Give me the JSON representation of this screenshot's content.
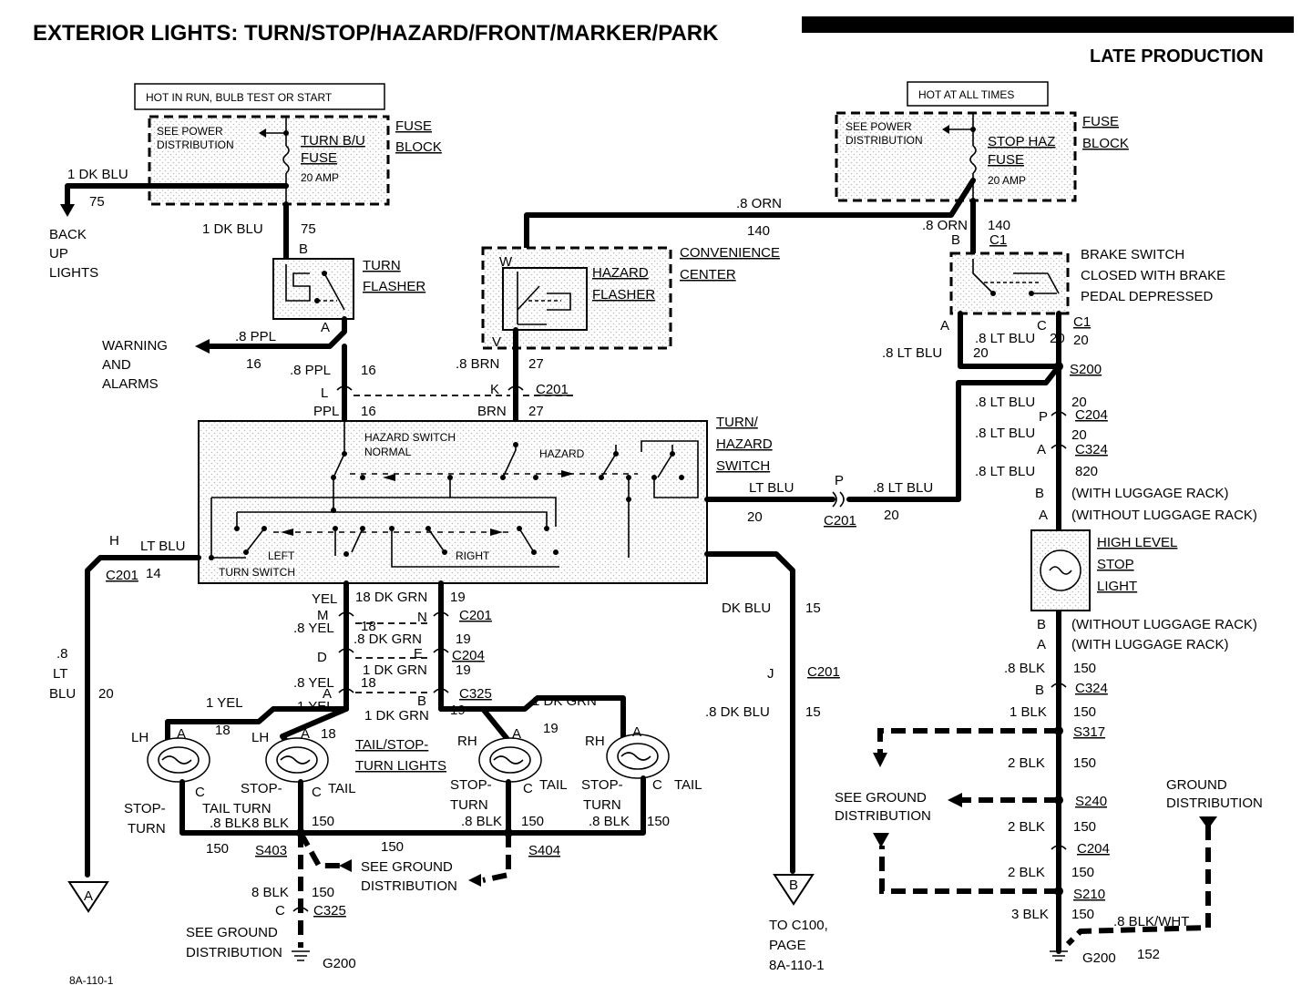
{
  "title": "EXTERIOR LIGHTS: TURN/STOP/HAZARD/FRONT/MARKER/PARK",
  "subtitle": "LATE PRODUCTION",
  "left_supply": {
    "hot_label": "HOT IN RUN, BULB TEST OR START",
    "see_power": [
      "SEE POWER",
      "DISTRIBUTION"
    ],
    "fuse": [
      "TURN B/U",
      "FUSE",
      "20 AMP"
    ],
    "block": [
      "FUSE",
      "BLOCK"
    ],
    "backup_wire": "1 DK BLU",
    "backup_circuit": "75",
    "backup_dest": [
      "BACK",
      "UP",
      "LIGHTS"
    ],
    "down_wire": "1 DK BLU",
    "down_circuit": "75"
  },
  "turn_flasher": {
    "pin_top": "B",
    "pin_bottom": "A",
    "name": [
      "TURN",
      "FLASHER"
    ]
  },
  "warning": {
    "dest": [
      "WARNING",
      "AND",
      "ALARMS"
    ],
    "wire": ".8 PPL",
    "circuit": "16",
    "down_wire": ".8 PPL",
    "down_circuit": "16",
    "pin": "L",
    "color": "PPL",
    "color_circuit": "16"
  },
  "right_supply": {
    "hot_label": "HOT AT ALL TIMES",
    "see_power": [
      "SEE POWER",
      "DISTRIBUTION"
    ],
    "fuse": [
      "STOP HAZ",
      "FUSE",
      "20 AMP"
    ],
    "block": [
      "FUSE",
      "BLOCK"
    ],
    "orn_wire": ".8 ORN",
    "orn_circuit": "140",
    "orn2_wire": ".8 ORN",
    "orn2_circuit": "140",
    "pin_b": "B",
    "conn": "C1"
  },
  "hazard_flasher": {
    "pin_w": "W",
    "pin_v": "V",
    "name": [
      "HAZARD",
      "FLASHER"
    ],
    "center": [
      "CONVENIENCE",
      "CENTER"
    ],
    "wire": ".8 BRN",
    "circuit": "27",
    "pin_k": "K",
    "conn": "C201",
    "color": "BRN",
    "color_circuit": "27"
  },
  "brake_switch": {
    "desc": [
      "BRAKE SWITCH",
      "CLOSED WITH BRAKE",
      "PEDAL DEPRESSED"
    ],
    "pin_a": "A",
    "pin_c": "C",
    "conn": "C1",
    "conn_circuit": "20",
    "wire_a": ".8 LT BLU",
    "circuit_a": "20",
    "wire_c": ".8 LT BLU",
    "circuit_c": "20",
    "splice": "S200"
  },
  "turn_switch": {
    "name": [
      "TURN/",
      "HAZARD",
      "SWITCH"
    ],
    "hazard_normal": [
      "HAZARD SWITCH",
      "NORMAL"
    ],
    "hazard": "HAZARD",
    "left": "LEFT",
    "turn_switch": "TURN SWITCH",
    "right": "RIGHT",
    "out_wire": "LT BLU",
    "out_circuit": "20",
    "pin_p": "P",
    "out_conn": "C201",
    "out2_wire": ".8 LT BLU",
    "out2_circuit": "20"
  },
  "left_out": {
    "pin": "H",
    "wire": "LT BLU",
    "conn": "C201",
    "circuit": "14",
    "down": [
      ".8",
      "LT",
      "BLU"
    ],
    "down_circuit": "20",
    "off_page": "A"
  },
  "dk_blu": {
    "wire": "DK BLU",
    "circuit": "15",
    "pin": "J",
    "conn": "C201",
    "wire2": ".8 DK BLU",
    "circuit2": "15",
    "off_page": "B",
    "dest": [
      "TO C100,",
      "PAGE",
      "8A-110-1"
    ]
  },
  "harness_left": {
    "yel": "YEL",
    "dkgrn": "18 DK GRN",
    "c19": "19",
    "pin_m": "M",
    "pin_n": "N",
    "c201": "C201",
    "yel2": ".8 YEL",
    "c18": "18",
    "dkgrn2": ".8 DK GRN",
    "c19b": "19",
    "pin_d": "D",
    "pin_e": "E",
    "c204": "C204",
    "yel3": ".8 YEL",
    "c18b": "18",
    "dkgrn3": "1 DK GRN",
    "c19c": "19",
    "pin_a": "A",
    "pin_b": "B",
    "c325": "C325",
    "yel4": "1 YEL",
    "yel5": "1 YEL",
    "c18c": "18",
    "dkgrn4": "1 DK GRN",
    "c19d": "19",
    "dkgrn5": "1 DK GRN",
    "c19e": "19"
  },
  "lamps": {
    "title": [
      "TAIL/STOP-",
      "TURN LIGHTS"
    ],
    "l1": {
      "side": "LH",
      "pin_a": "A",
      "pin_c": "C",
      "func": [
        "STOP-",
        "TURN"
      ]
    },
    "l2": {
      "side": "LH",
      "pin_a": "A",
      "circ": "18",
      "pin_c": "C",
      "stop": [
        "STOP-",
        "TAIL TURN"
      ],
      "tail": "TAIL"
    },
    "l3": {
      "side": "RH",
      "pin_a": "A",
      "pin_c": "C",
      "stop": [
        "STOP-",
        "TURN"
      ],
      "tail": "TAIL"
    },
    "l4": {
      "side": "RH",
      "pin_a": "A",
      "pin_c": "C",
      "stop": [
        "STOP-",
        "TURN"
      ],
      "tail": "TAIL"
    }
  },
  "ground_left": {
    "blk1": ".8 BLK",
    "c150a": "150",
    "blk2": ".8 BLK",
    "c150b": "150",
    "c150c": "150",
    "blk3": ".8 BLK",
    "c150d": "150",
    "blk4": ".8 BLK",
    "c150e": "150",
    "c150f": "150",
    "c150g": "150",
    "s403": "S403",
    "s404": "S404",
    "see": [
      "SEE GROUND",
      "DISTRIBUTION"
    ],
    "blk5": "8 BLK",
    "c150h": "150",
    "pin_c": "C",
    "c325": "C325",
    "see2": [
      "SEE GROUND",
      "DISTRIBUTION"
    ],
    "g200": "G200",
    "ref": "8A-110-1"
  },
  "high_level": {
    "wire1": ".8 LT BLU",
    "c20a": "20",
    "pin_p": "P",
    "c204": "C204",
    "wire2": ".8 LT BLU",
    "c20b": "20",
    "pin_a": "A",
    "c324": "C324",
    "wire3": ".8 LT BLU",
    "c820": "820",
    "pin_b": "B",
    "with_rack": "(WITH LUGGAGE RACK)",
    "pin_a2": "A",
    "without_rack": "(WITHOUT LUGGAGE RACK)",
    "name": [
      "HIGH LEVEL",
      "STOP",
      "LIGHT"
    ],
    "pin_b2": "B",
    "without2": "(WITHOUT LUGGAGE RACK)",
    "pin_a3": "A",
    "with2": "(WITH LUGGAGE RACK)",
    "blk1": ".8 BLK",
    "c150a": "150",
    "pin_b3": "B",
    "c324b": "C324",
    "blk2": "1 BLK",
    "c150b": "150",
    "s317": "S317",
    "blk3": "2 BLK",
    "c150c": "150",
    "see": [
      "SEE GROUND",
      "DISTRIBUTION"
    ],
    "s240": "S240",
    "blk4": "2 BLK",
    "c150d": "150",
    "c204b": "C204",
    "blk5": "2 BLK",
    "c150e": "150",
    "s210": "S210",
    "blk6": "3 BLK",
    "c150f": "150",
    "g200": "G200",
    "blkwht": ".8 BLK/WHT",
    "c152": "152",
    "gnd_dist": [
      "GROUND",
      "DISTRIBUTION"
    ]
  }
}
